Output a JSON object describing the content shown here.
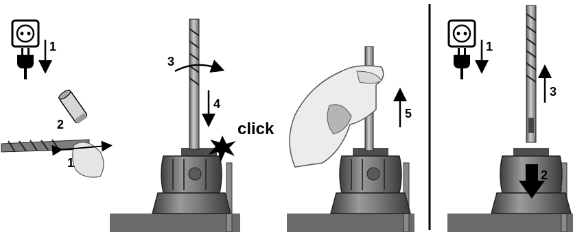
{
  "steps": {
    "left": {
      "unplug": "1",
      "wipe": "1",
      "grease": "2"
    },
    "insert": {
      "rotate": "3",
      "push": "4",
      "click": "click"
    },
    "check": {
      "pull": "5"
    },
    "remove": {
      "unplug": "1",
      "sleeve": "2",
      "pull": "3"
    }
  },
  "colors": {
    "ink": "#000000",
    "chuck": "#6f6f6f",
    "chuck_light": "#9a9a9a",
    "chuck_dark": "#3e3e3e",
    "bit": "#8c8c8c",
    "glove": "#e8e8e8",
    "glove_shade": "#b5b5b5"
  }
}
